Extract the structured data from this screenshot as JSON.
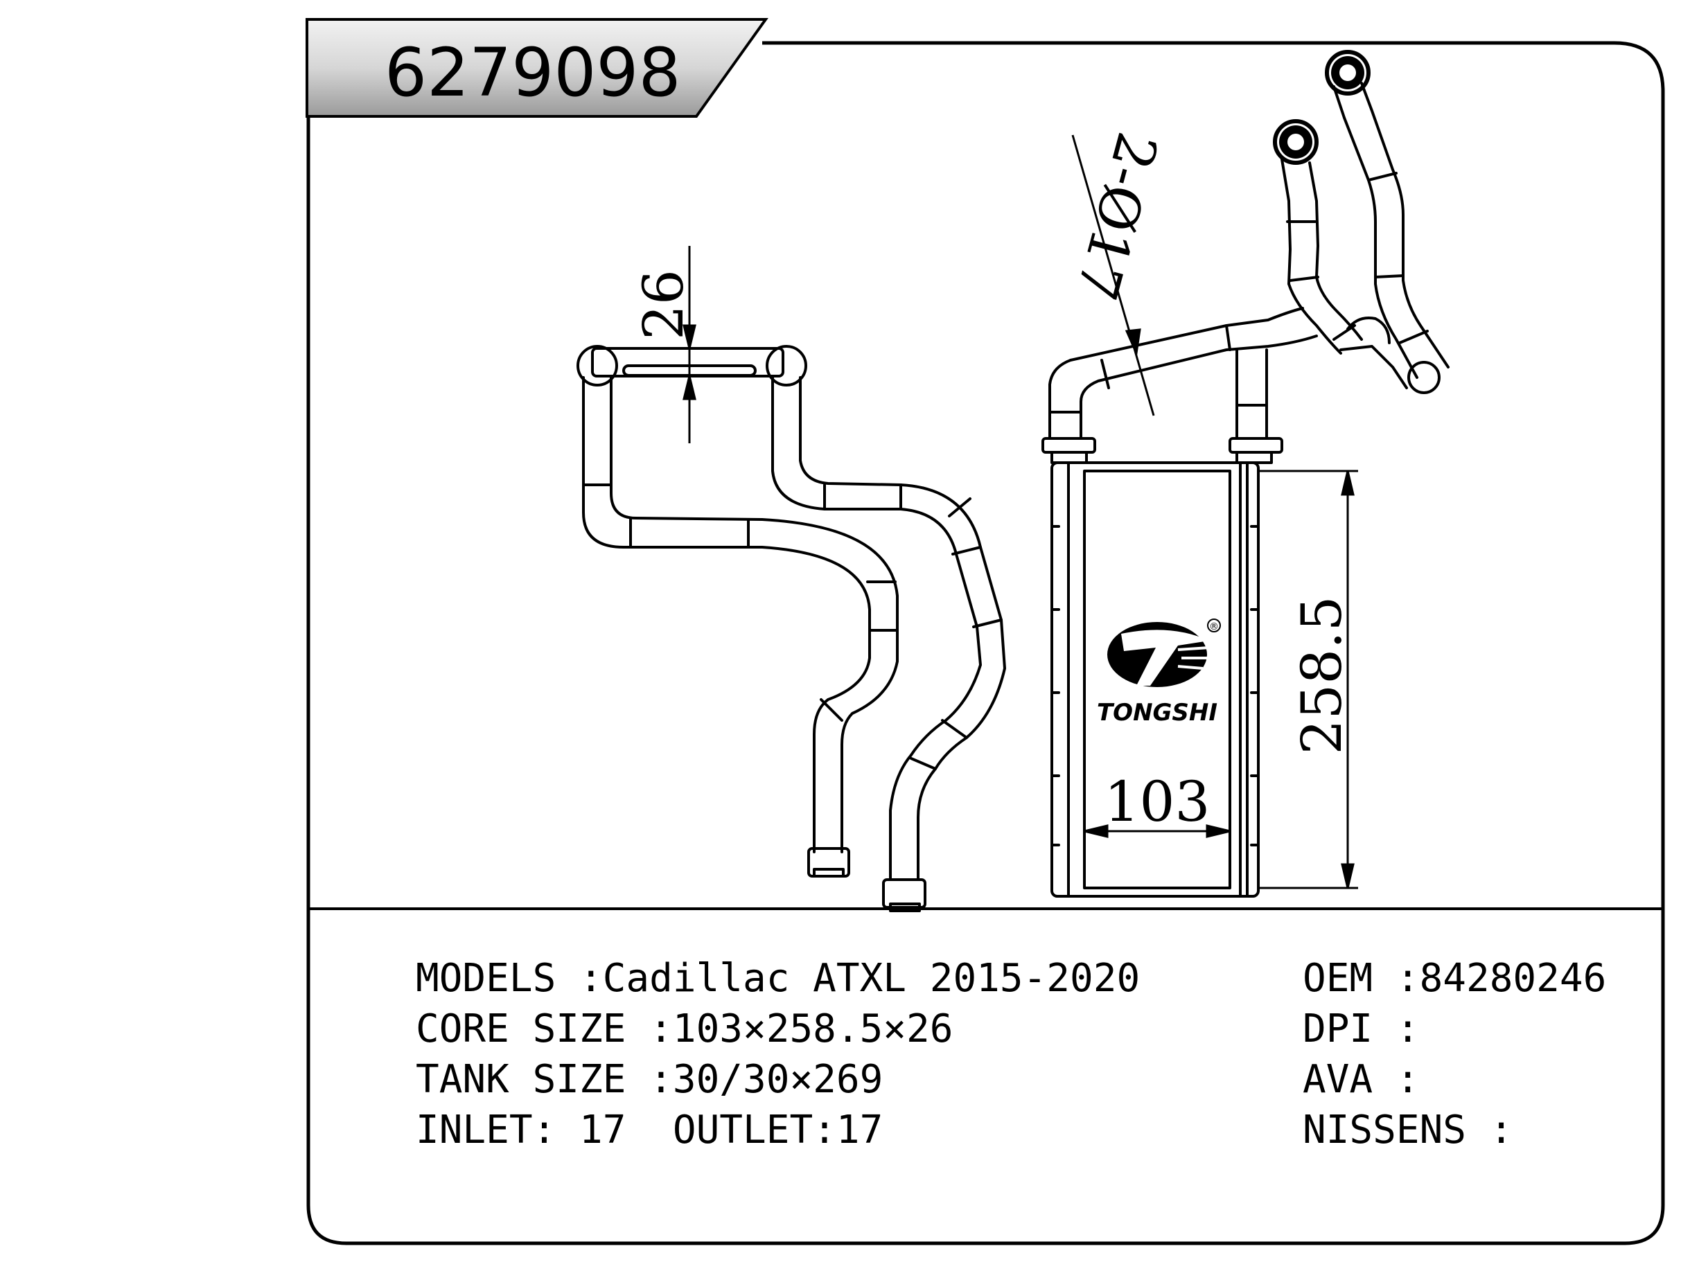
{
  "part_number": "6279098",
  "brand": {
    "name": "TONGSHI",
    "registered": "®"
  },
  "dimensions": {
    "depth": "26",
    "tube_spec": "2-Ø17",
    "width": "103",
    "height": "258.5"
  },
  "specs_left": [
    "MODELS :Cadillac ATXL 2015-2020",
    "CORE SIZE :103×258.5×26",
    "TANK SIZE :30/30×269",
    "INLET: 17  OUTLET:17"
  ],
  "specs_right": [
    "OEM :84280246",
    "DPI :",
    "AVA :",
    "NISSENS :"
  ]
}
